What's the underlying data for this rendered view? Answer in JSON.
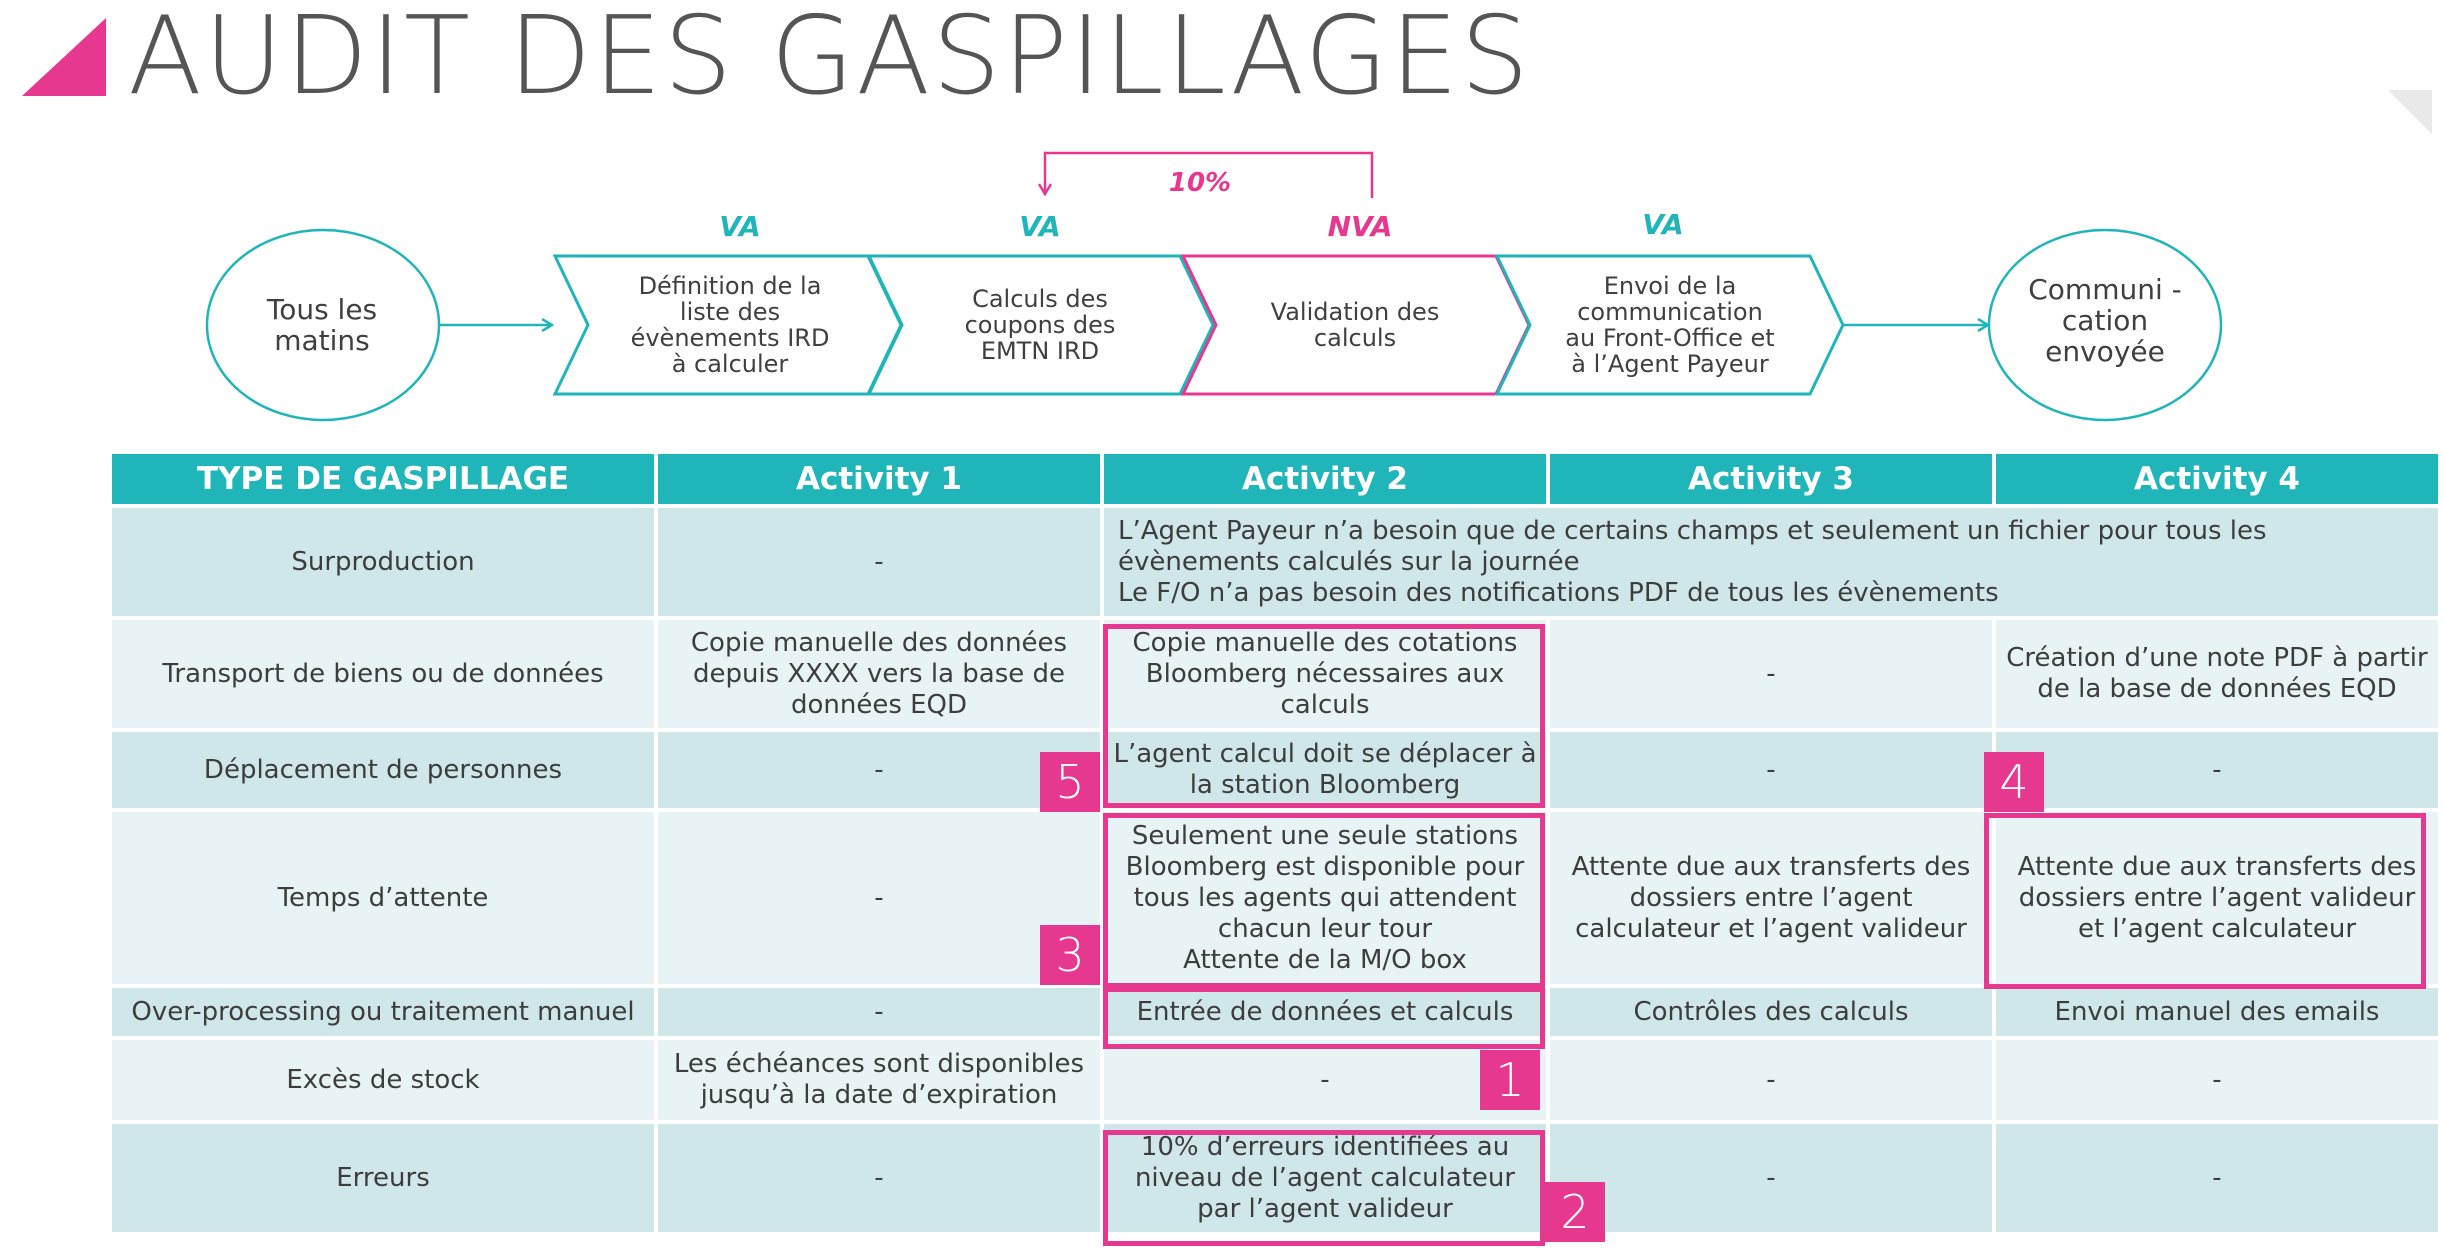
{
  "title": "AUDIT DES GASPILLAGES",
  "colors": {
    "teal": "#1fb5b9",
    "pink": "#e6388f",
    "row_dark": "#cfe7e9",
    "row_light": "#e7f3f4"
  },
  "flow": {
    "start": "Tous les matins",
    "steps": [
      {
        "tag": "VA",
        "label": "Définition de la liste des évènements IRD à calculer"
      },
      {
        "tag": "VA",
        "label": "Calculs des coupons des EMTN IRD"
      },
      {
        "tag": "NVA",
        "label": "Validation des calculs"
      },
      {
        "tag": "VA",
        "label": "Envoi de la communication au Front-Office et à l’Agent Payeur"
      }
    ],
    "loop_label": "10%",
    "end": "Communi -cation envoyée"
  },
  "table": {
    "headers": [
      "TYPE DE GASPILLAGE",
      "Activity 1",
      "Activity 2",
      "Activity 3",
      "Activity 4"
    ],
    "rows": [
      {
        "type": "Surproduction",
        "a1": "-",
        "merged": "L’Agent Payeur n’a besoin que de certains champs et seulement un fichier pour tous les évènements calculés sur la journée\nLe F/O n’a pas besoin des notifications PDF de tous les évènements"
      },
      {
        "type": "Transport de biens ou de données",
        "a1": "Copie manuelle des données depuis XXXX vers la base de données EQD",
        "a2": "Copie manuelle des cotations Bloomberg nécessaires aux calculs",
        "a3": "-",
        "a4": "Création d’une note PDF à partir de la base de données EQD"
      },
      {
        "type": "Déplacement de personnes",
        "a1": "-",
        "a2": "L’agent calcul doit se déplacer à la station Bloomberg",
        "a3": "-",
        "a4": "-"
      },
      {
        "type": "Temps d’attente",
        "a1": "-",
        "a2": "Seulement une seule stations Bloomberg est disponible pour tous les agents qui attendent chacun leur tour\nAttente de la M/O box",
        "a3": "Attente due aux transferts des dossiers entre l’agent calculateur et l’agent valideur",
        "a4": "Attente due aux transferts des dossiers entre l’agent valideur et l’agent calculateur"
      },
      {
        "type": "Over-processing ou traitement manuel",
        "a1": "-",
        "a2": "Entrée de données et calculs",
        "a3": "Contrôles des calculs",
        "a4": "Envoi manuel des emails"
      },
      {
        "type": "Excès de stock",
        "a1": "Les échéances sont disponibles jusqu’à la date d’expiration",
        "a2": "-",
        "a3": "-",
        "a4": "-"
      },
      {
        "type": "Erreurs",
        "a1": "-",
        "a2": "10% d’erreurs identifiées au niveau de l’agent calculateur par l’agent valideur",
        "a3": "-",
        "a4": "-"
      }
    ]
  },
  "badges": {
    "b1": "1",
    "b2": "2",
    "b3": "3",
    "b4": "4",
    "b5": "5"
  }
}
